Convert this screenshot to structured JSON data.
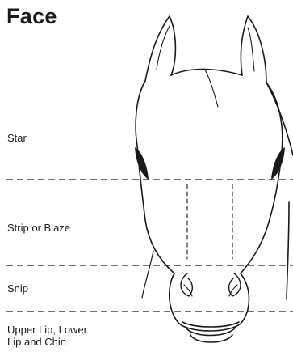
{
  "title": "Face",
  "regions": [
    {
      "key": "star",
      "label": "Star"
    },
    {
      "key": "strip",
      "label": "Strip or Blaze"
    },
    {
      "key": "snip",
      "label": "Snip"
    },
    {
      "key": "lip",
      "label": "Upper Lip, Lower\nLip and Chin"
    }
  ],
  "colors": {
    "ink": "#1a1a1a",
    "background": "#ffffff"
  }
}
